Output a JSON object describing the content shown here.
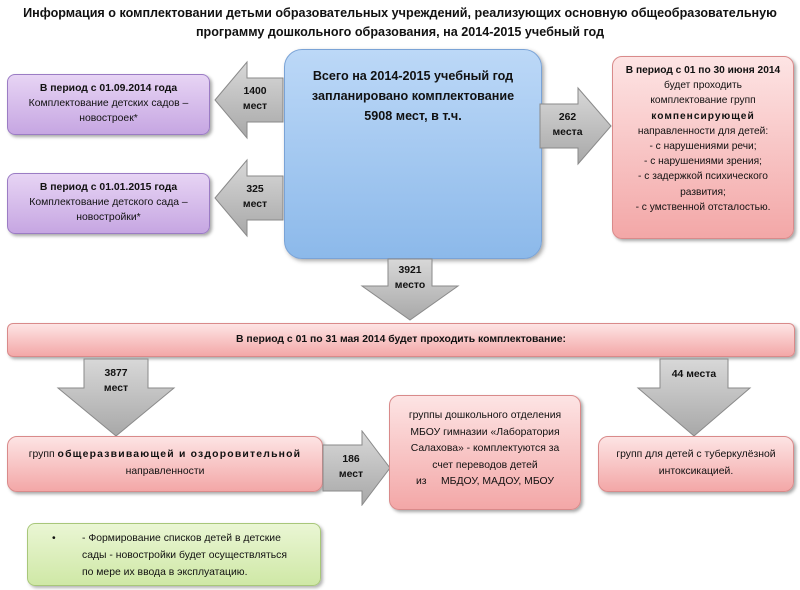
{
  "title": {
    "line1": "Информация о комплектовании детьми  образовательных учреждений, реализующих основную общеобразовательную",
    "line2": "программу дошкольного образования, на 2014-2015 учебный год"
  },
  "center": {
    "line1": "Всего на 2014-2015 учебный год",
    "line2": "запланировано комплектование",
    "line3": "5908 мест, в т.ч."
  },
  "left_box_1": {
    "heading": "В период с  01.09.2014 года",
    "line1": "Комплектование детских садов –",
    "line2": "новостроек*"
  },
  "left_box_2": {
    "heading": "В период с  01.01.2015 года",
    "line1": "Комплектование детского сада –",
    "line2": "новостройки*"
  },
  "arrow_1400": {
    "num": "1400",
    "unit": "мест"
  },
  "arrow_325": {
    "num": "325",
    "unit": "мест"
  },
  "arrow_262": {
    "num": "262",
    "unit": "места"
  },
  "arrow_3921": {
    "num": "3921",
    "unit": "место"
  },
  "arrow_3877": {
    "num": "3877",
    "unit": "мест"
  },
  "arrow_44": {
    "text": "44 места"
  },
  "arrow_186": {
    "num": "186",
    "unit": "мест"
  },
  "right_box": {
    "heading": "В период с 01 по 30 июня 2014",
    "l1": "будет проходить",
    "l2": "комплектование групп",
    "l3": "компенсирующей",
    "l4": "направленности для детей:",
    "items": [
      "- с нарушениями речи;",
      "- с нарушениями зрения;",
      "- с задержкой психического",
      "развития;",
      "- с умственной отсталостью."
    ]
  },
  "may_bar": {
    "text": "В период с 01 по 31 мая 2014 будет проходить комплектование:"
  },
  "general_box": {
    "pre": "групп ",
    "bold": "общеразвивающей и оздоровительной",
    "line2": "направленности"
  },
  "gymnasium_box": {
    "l1": "группы дошкольного отделения",
    "l2": "МБОУ гимназии «Лаборатория",
    "l3": "Салахова» - комплектуются за",
    "l4": "счет переводов детей",
    "l5": "из     МБДОУ, МАДОУ, МБОУ"
  },
  "tb_box": {
    "l1": "групп для детей с туберкулёзной",
    "l2": "интоксикацией."
  },
  "note_box": {
    "bullet": "•",
    "l1": "- Формирование списков детей в детские",
    "l2": "сады - новостройки будет осуществляться",
    "l3": "по мере их ввода  в эксплуатацию."
  },
  "colors": {
    "purple": "#c6a6e2",
    "pink": "#f3a7a7",
    "blue": "#8cb9ea",
    "green": "#cfe8a6",
    "arrow_gray": "#b8b8b8"
  }
}
